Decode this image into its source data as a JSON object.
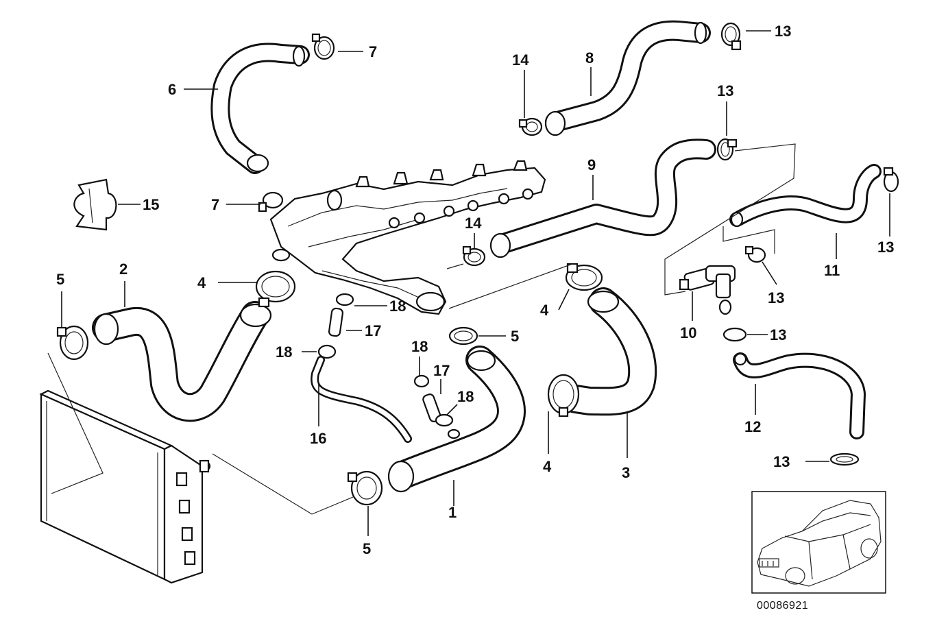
{
  "callouts": [
    "1",
    "2",
    "3",
    "4",
    "4",
    "4",
    "5",
    "5",
    "5",
    "6",
    "7",
    "7",
    "8",
    "9",
    "10",
    "11",
    "12",
    "13",
    "13",
    "13",
    "13",
    "13",
    "13",
    "14",
    "14",
    "15",
    "16",
    "17",
    "17",
    "18",
    "18",
    "18"
  ],
  "reference_number": "00086921"
}
